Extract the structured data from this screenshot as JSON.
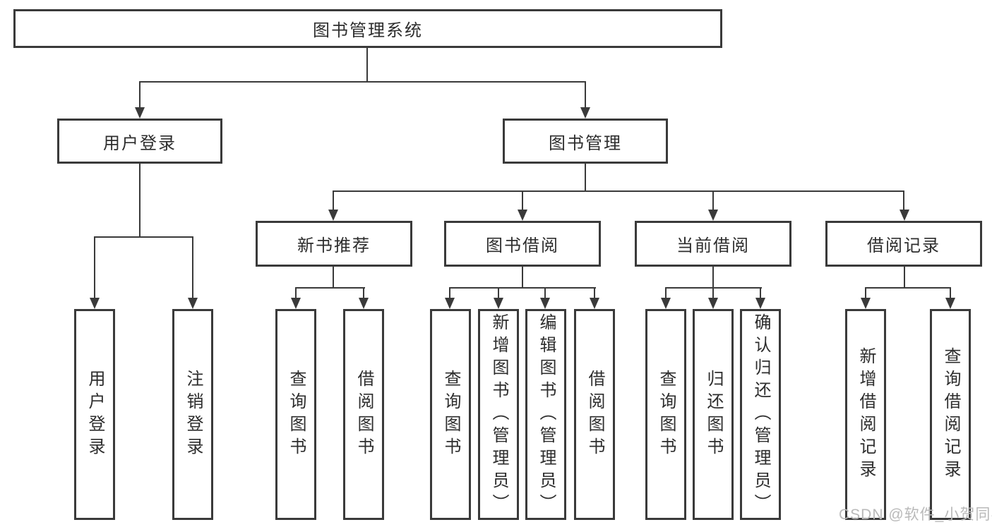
{
  "tree": {
    "label": "图书管理系统",
    "children": [
      {
        "label": "用户登录",
        "children": [
          {
            "label": "用户登录"
          },
          {
            "label": "注销登录"
          }
        ]
      },
      {
        "label": "图书管理",
        "children": [
          {
            "label": "新书推荐",
            "children": [
              {
                "label": "查询图书"
              },
              {
                "label": "借阅图书"
              }
            ]
          },
          {
            "label": "图书借阅",
            "children": [
              {
                "label": "查询图书"
              },
              {
                "label": "新增图书（管理员）"
              },
              {
                "label": "编辑图书（管理员）"
              },
              {
                "label": "借阅图书"
              }
            ]
          },
          {
            "label": "当前借阅",
            "children": [
              {
                "label": "查询图书"
              },
              {
                "label": "归还图书"
              },
              {
                "label": "确认归还（管理员）"
              }
            ]
          },
          {
            "label": "借阅记录",
            "children": [
              {
                "label": "新增借阅记录"
              },
              {
                "label": "查询借阅记录"
              }
            ]
          }
        ]
      }
    ]
  },
  "watermark": {
    "text": "CSDN @软件_小贺同学"
  },
  "colors": {
    "line": "#3a3a3a",
    "text": "#2d2d2d",
    "watermark": "#b9b9b9",
    "background": "#ffffff"
  }
}
